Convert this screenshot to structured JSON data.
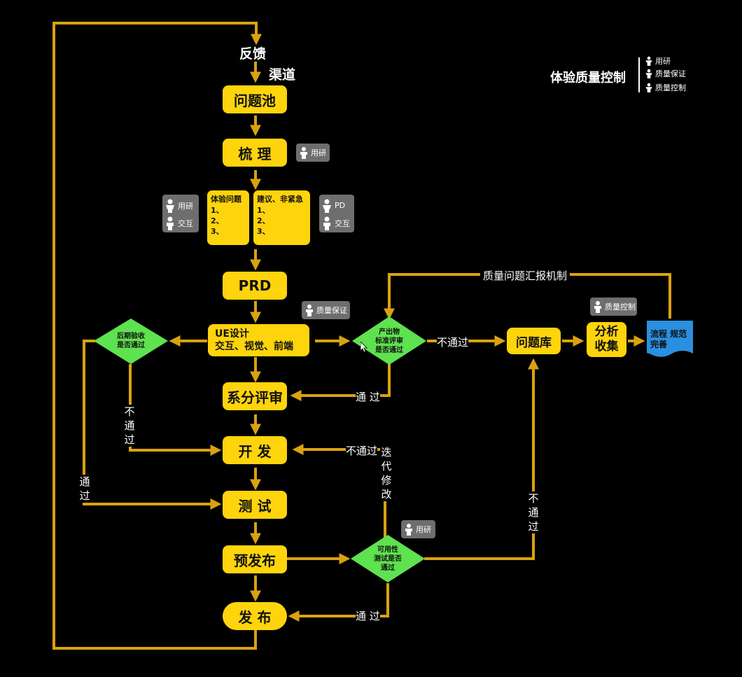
{
  "header": {
    "feedback": "反馈",
    "channel": "渠道"
  },
  "nodes": {
    "issue_pool": "问题池",
    "sort": "梳 理",
    "prd": "PRD",
    "ue_design_l1": "UE设计",
    "ue_design_l2": "交互、视觉、前端",
    "system_review": "系分评审",
    "develop": "开 发",
    "test": "测 试",
    "pre_release": "预发布",
    "release": "发 布",
    "issue_lib": "问题库",
    "analyze_l1": "分析",
    "analyze_l2": "收集",
    "process_doc_l1": "流程 规范",
    "process_doc_l2": "完善"
  },
  "lists": {
    "experience": {
      "title": "体验问题",
      "items": [
        "1、",
        "2、",
        "3、"
      ]
    },
    "suggestion": {
      "title": "建议、非紧急",
      "items": [
        "1、",
        "2、",
        "3、"
      ]
    }
  },
  "diamonds": {
    "later_accept": [
      "后期验收",
      "是否通过"
    ],
    "output_review": [
      "产出物",
      "标准评审",
      "是否通过"
    ],
    "usability": [
      "可用性",
      "测试是否",
      "通过"
    ]
  },
  "edge_labels": {
    "report_mechanism": "质量问题汇报机制",
    "fail_right": "不通过",
    "pass_review": "通 过",
    "fail_dev": "不通过",
    "iterate": [
      "迭",
      "代",
      "修",
      "改"
    ],
    "fail_left": [
      "不",
      "通",
      "过"
    ],
    "pass_left": [
      "通",
      "过"
    ],
    "fail_usability": [
      "不",
      "通",
      "过"
    ],
    "pass_release": "通 过"
  },
  "tags": {
    "sort_role": "用研",
    "left_roles": [
      "用研",
      "交互"
    ],
    "right_roles": [
      "PD",
      "交互"
    ],
    "ue_role": "质量保证",
    "analyze_role": "质量控制",
    "usability_role": "用研"
  },
  "legend": {
    "title": "体验质量控制",
    "items": [
      "用研",
      "质量保证",
      "质量控制"
    ]
  },
  "colors": {
    "box": "#fed40c",
    "arrow": "#d9a20f",
    "diamond": "#5ee24f",
    "doc": "#2a8fe0",
    "tag": "#6e6e6e"
  }
}
